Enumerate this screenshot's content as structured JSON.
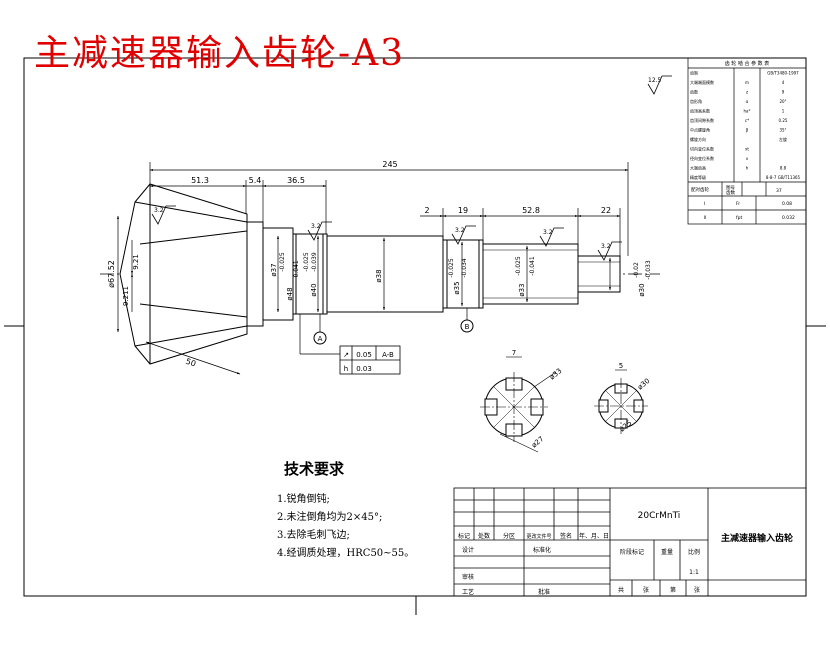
{
  "title": "主减速器输入齿轮-A3",
  "dimensions": {
    "overall_length": "245",
    "d_51_3": "51.3",
    "d_5_4": "5.4",
    "d_36_5": "36.5",
    "d_2": "2",
    "d_19": "19",
    "d_52_8": "52.8",
    "d_22": "22",
    "d_50": "50",
    "dia_67_52": "ø67.52",
    "dia_37": "ø37",
    "dia_48": "ø48",
    "dia_40": "ø40",
    "dia_38": "ø38",
    "dia_35": "ø35",
    "dia_33": "ø33",
    "dia_30": "ø30",
    "dim_9_21a": "9.21",
    "dim_9_21b": "9.211",
    "tol_1a": "-0.025",
    "tol_1b": "-0.041",
    "tol_2a": "-0.025",
    "tol_2b": "-0.039",
    "tol_3a": "-0.025",
    "tol_3b": "-0.034",
    "tol_4a": "-0.025",
    "tol_4b": "-0.041",
    "tol_5a": "-0.02",
    "tol_5b": "-0.033"
  },
  "roughness": {
    "overall": "12.5",
    "r1": "3.2",
    "r2": "3.2",
    "r3": "3.2",
    "r4": "3.2",
    "r5": "3.2"
  },
  "datums": [
    "A",
    "B"
  ],
  "tolerance_frame": {
    "row1": {
      "symbol": "↗",
      "value": "0.05",
      "datum": "A-B"
    },
    "row2": {
      "symbol": "h",
      "value": "0.03"
    }
  },
  "section_views": {
    "left": {
      "width": "7",
      "dia_a": "ø33",
      "dia_b": "ø27"
    },
    "right": {
      "width": "5",
      "dia_a": "ø30",
      "dia_b": "ø25"
    }
  },
  "technical_requirements": {
    "heading": "技术要求",
    "items": [
      "1.锐角倒钝;",
      "2.未注倒角均为2×45°;",
      "3.去除毛刺飞边;",
      "4.经调质处理，HRC50~55。"
    ]
  },
  "gear_parameters": {
    "header": "齿 轮 啮 合 参 数 表",
    "rows": [
      {
        "name": "齿制",
        "symbol": "",
        "value": "GB/T3480-1997"
      },
      {
        "name": "大端端面模数",
        "symbol": "m",
        "value": "4"
      },
      {
        "name": "齿数",
        "symbol": "z",
        "value": "9"
      },
      {
        "name": "齿形角",
        "symbol": "α",
        "value": "20°"
      },
      {
        "name": "齿顶高系数",
        "symbol": "ha*",
        "value": "1"
      },
      {
        "name": "齿顶间隙系数",
        "symbol": "c*",
        "value": "0.25"
      },
      {
        "name": "中点螺旋角",
        "symbol": "β",
        "value": "35°"
      },
      {
        "name": "螺旋方向",
        "symbol": "",
        "value": "左旋"
      },
      {
        "name": "切向变位系数",
        "symbol": "xt",
        "value": ""
      },
      {
        "name": "径向变位系数",
        "symbol": "x",
        "value": ""
      },
      {
        "name": "大端齿高",
        "symbol": "h",
        "value": "8.8"
      },
      {
        "name": "精度等级",
        "symbol": "",
        "value": "8-8-7 GB/T11365"
      }
    ],
    "pair_row": {
      "label": "配对齿轮",
      "c1": "图号",
      "c2": "齿数",
      "c3": "37"
    },
    "tol_rows": [
      {
        "a": "Ⅰ",
        "b": "Fr",
        "c": "0.08"
      },
      {
        "a": "Ⅱ",
        "b": "fpt",
        "c": "0.032"
      }
    ]
  },
  "title_block": {
    "material": "20CrMnTi",
    "part_name": "主减速器输入齿轮",
    "scale": "1:1",
    "col_labels": [
      "标记",
      "处数",
      "分区",
      "更改文件号",
      "签名",
      "年、月、日"
    ],
    "design": "设计",
    "standardize": "标准化",
    "review": "审核",
    "process": "工艺",
    "approve": "批准",
    "stage_mark": "阶段标记",
    "weight": "重量",
    "scale_label": "比例",
    "sheets_total": "共",
    "sheets_label": "张",
    "sheet_no": "第",
    "sheet_label": "张"
  }
}
